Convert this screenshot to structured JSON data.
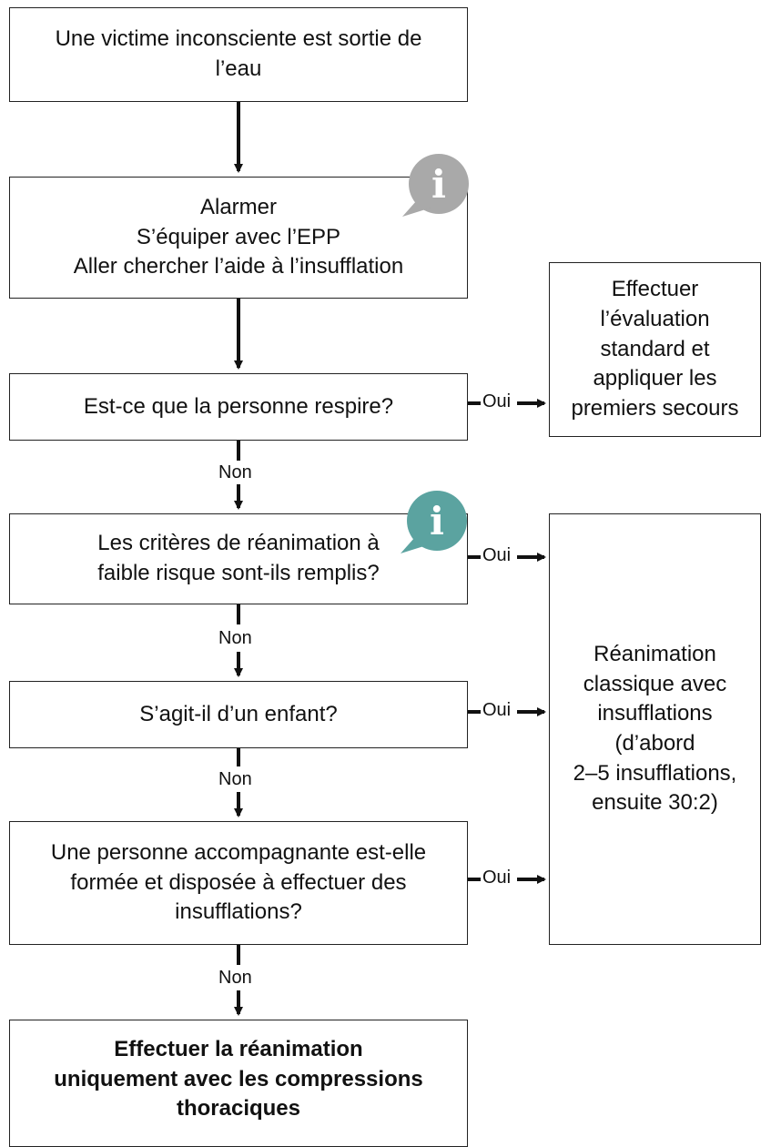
{
  "flow": {
    "start": {
      "lines": [
        "Une victime inconsciente est sortie de",
        "l’eau"
      ]
    },
    "alert": {
      "lines": [
        "Alarmer",
        "S’équiper avec l’EPP",
        "Aller chercher l’aide à l’insufflation"
      ]
    },
    "q_breathing": {
      "lines": [
        "Est-ce que la personne respire?"
      ]
    },
    "q_low_risk": {
      "lines": [
        "Les critères de réanimation à",
        "faible risque sont-ils remplis?"
      ]
    },
    "q_child": {
      "lines": [
        "S’agit-il d’un enfant?"
      ]
    },
    "q_companion": {
      "lines": [
        "Une personne accompagnante est-elle",
        "formée et disposée à effectuer des",
        "insufflations?"
      ]
    },
    "end_compressions": {
      "lines": [
        "Effectuer la réanimation",
        "uniquement avec les compressions",
        "thoraciques"
      ]
    },
    "side_assessment": {
      "lines": [
        "Effectuer",
        "l’évaluation",
        "standard et",
        "appliquer les",
        "premiers secours"
      ]
    },
    "side_cpr": {
      "lines": [
        "Réanimation",
        "classique avec",
        "insufflations",
        "(d’abord",
        "2–5 insufflations,",
        "ensuite 30:2)"
      ]
    }
  },
  "labels": {
    "yes": "Oui",
    "no": "Non"
  },
  "info_icon": {
    "glyph": "i"
  },
  "colors": {
    "info_grey": "#a9a9a9",
    "info_teal": "#5ba3a0",
    "line": "#111111"
  }
}
